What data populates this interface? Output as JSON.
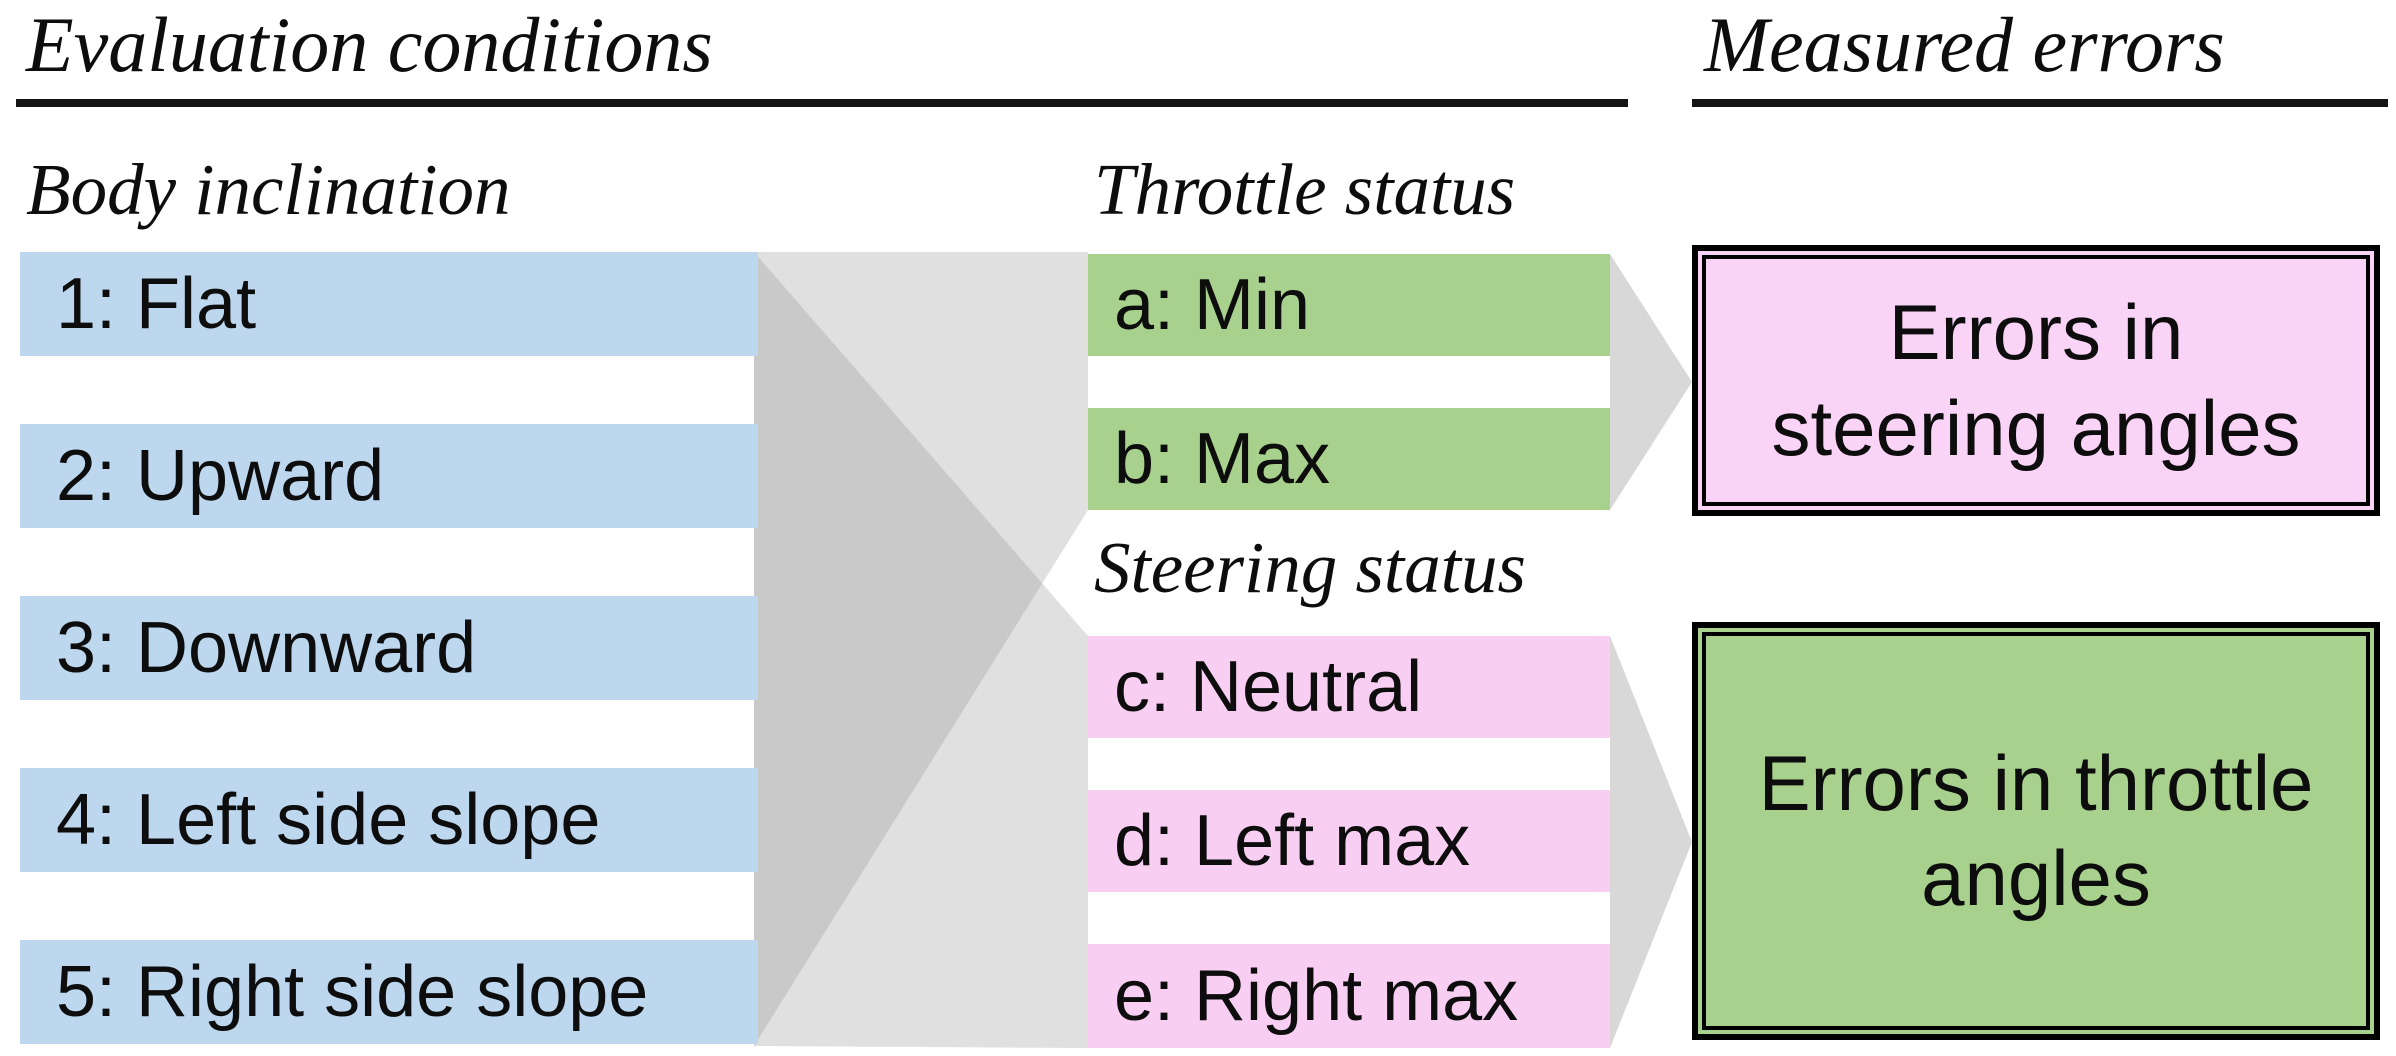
{
  "figure": {
    "evaluation_section_title": "Evaluation conditions",
    "measured_section_title": "Measured errors",
    "body_inclination": {
      "header": "Body inclination",
      "items": [
        "1: Flat",
        "2: Upward",
        "3: Downward",
        "4: Left side slope",
        "5: Right side slope"
      ]
    },
    "throttle_status": {
      "header": "Throttle status",
      "items": [
        "a: Min",
        "b: Max"
      ]
    },
    "steering_status": {
      "header": "Steering status",
      "items": [
        "c: Neutral",
        "d: Left max",
        "e: Right max"
      ]
    },
    "error_boxes": {
      "steering": {
        "line1": "Errors in",
        "line2": "steering angles"
      },
      "throttle": {
        "line1": "Errors in throttle",
        "line2": "angles"
      }
    },
    "colors": {
      "inclination_bar": "#BDD7EE",
      "throttle_bar": "#A9D18E",
      "steering_bar": "#F9CEF3",
      "steering_error_box_fill": "#FAD4F7",
      "throttle_error_box_fill": "#A9D18E",
      "connector_gray": "#8C8C8C",
      "arrow_gray": "#D8D8D8",
      "rule_color": "#141414"
    }
  }
}
